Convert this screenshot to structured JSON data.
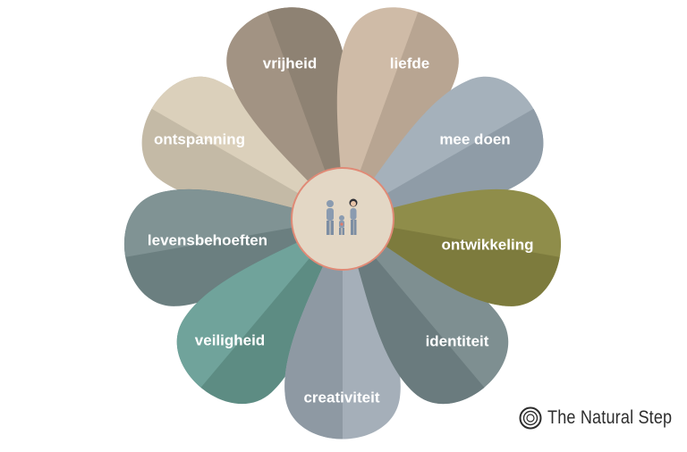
{
  "petals": [
    {
      "label": "ontwikkeling",
      "colors": [
        "#8f8d4a",
        "#7d7b3d"
      ]
    },
    {
      "label": "identiteit",
      "colors": [
        "#7e8f91",
        "#6a7b7e"
      ]
    },
    {
      "label": "creativiteit",
      "colors": [
        "#a5afb9",
        "#8e99a3"
      ]
    },
    {
      "label": "veiligheid",
      "colors": [
        "#5d8c83",
        "#70a39b"
      ]
    },
    {
      "label": "levensbehoeften",
      "colors": [
        "#6b7f80",
        "#809394"
      ]
    },
    {
      "label": "ontspanning",
      "colors": [
        "#c4baa6",
        "#dbd0bb"
      ]
    },
    {
      "label": "vrijheid",
      "colors": [
        "#a29383",
        "#8e8273"
      ]
    },
    {
      "label": "liefde",
      "colors": [
        "#cfbba7",
        "#b8a592"
      ]
    },
    {
      "label": "mee doen",
      "colors": [
        "#a5b1bb",
        "#8f9ca7"
      ]
    }
  ],
  "center": {
    "fill": "#e3d7c5",
    "stroke": "#e08a76",
    "icon": "family-icon"
  },
  "logo": {
    "text": "The Natural Step",
    "icon": "concentric-circles-icon"
  }
}
